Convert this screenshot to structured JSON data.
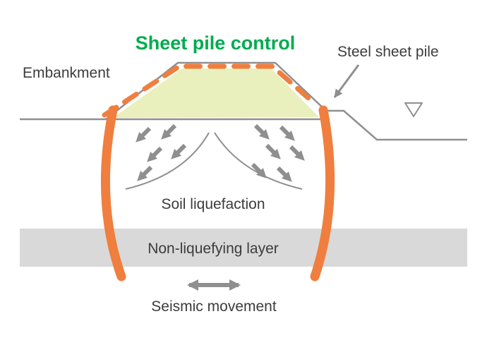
{
  "diagram": {
    "title": "Sheet pile control",
    "labels": {
      "embankment": "Embankment",
      "steel_sheet_pile": "Steel sheet pile",
      "soil_liquefaction": "Soil liquefaction",
      "non_liquefying_layer": "Non-liquefying layer",
      "seismic_movement": "Seismic movement"
    },
    "icons": {
      "water_level": "inverted-triangle-water-level",
      "seismic_arrow": "double-headed-horizontal-arrow",
      "flow_arrows_left": "down-left-diagonal-arrows",
      "flow_arrows_right": "down-right-diagonal-arrows",
      "pointer_arrow": "down-left-pointer-arrow"
    },
    "colors": {
      "title_green": "#00ab4e",
      "sheet_pile_orange": "#f07e3e",
      "embankment_fill": "#e9efbd",
      "non_liquefying_gray": "#d9d9d9",
      "line_gray": "#8f8f8f",
      "text_dark": "#3c3c3c"
    }
  }
}
